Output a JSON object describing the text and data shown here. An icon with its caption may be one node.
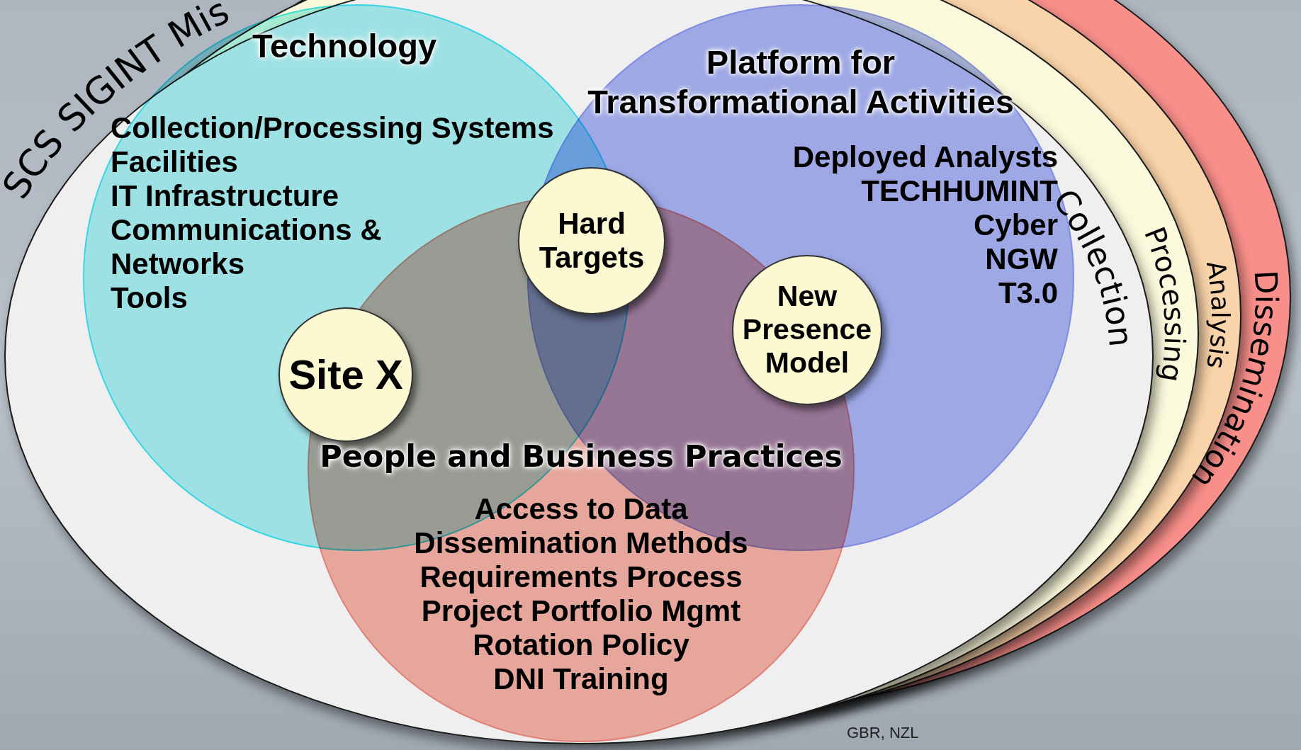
{
  "diagram": {
    "nodes": [
      {
        "text": [
          "Dissemination"
        ]
      },
      {
        "text": [
          "Analysis"
        ]
      },
      {
        "text": [
          "Processing"
        ]
      },
      {
        "text": [
          "Collection"
        ]
      },
      {
        "text": [
          "Technology",
          "Collection/Processing Systems",
          "Facilities",
          "IT Infrastructure",
          "Communications & Networks",
          "Tools"
        ],
        "in": 3
      },
      {
        "text": [
          "Platform for Transformational Activities",
          "Deployed Analysts",
          "TECHHUMINT",
          "Cyber",
          "NGW",
          "T3.0"
        ],
        "in": 3
      },
      {
        "text": [
          "People and Business Practices",
          "Access to Data",
          "Dissemination Methods",
          "Requirements Process",
          "Project Portfolio Mgmt",
          "Rotation Policy",
          "DNI Training"
        ],
        "in": 3
      },
      {
        "text": [
          "Hard Targets"
        ],
        "in": 3
      },
      {
        "text": [
          "Site X"
        ],
        "in": 4
      },
      {
        "text": [
          "New Presence Model"
        ],
        "in": 5
      }
    ],
    "edges": [],
    "labels": [
      "SCS SIGINT Mis",
      "GBR, NZL"
    ]
  }
}
